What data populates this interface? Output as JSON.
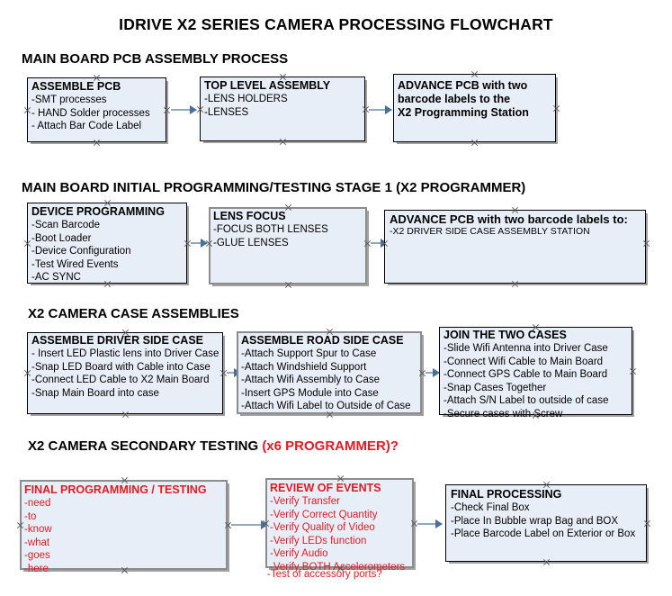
{
  "document": {
    "title": "IDRIVE X2  SERIES CAMERA PROCESSING FLOWCHART"
  },
  "colors": {
    "box_fill": "#e8eef7",
    "box_border": "#000000",
    "box_border_selected": "#8c8c8c",
    "arrow": "#8ea9c1",
    "text": "#000000",
    "accent_red": "#e01b24"
  },
  "sections": [
    {
      "heading": "MAIN BOARD PCB ASSEMBLY PROCESS",
      "heading_suffix": "",
      "boxes": [
        {
          "title": "ASSEMBLE PCB",
          "lines": [
            "-SMT processes",
            "- HAND Solder processes",
            "- Attach Bar Code Label"
          ]
        },
        {
          "title": "TOP LEVEL ASSEMBLY",
          "lines": [
            "-LENS HOLDERS",
            "-LENSES"
          ]
        },
        {
          "title": "ADVANCE PCB with two",
          "lines": [
            "barcode labels to the",
            " X2 Programming Station"
          ]
        }
      ]
    },
    {
      "heading": "MAIN BOARD INITIAL PROGRAMMING/TESTING STAGE 1 (X2 PROGRAMMER)",
      "heading_suffix": "",
      "boxes": [
        {
          "title": "DEVICE PROGRAMMING",
          "lines": [
            "-Scan Barcode",
            "-Boot Loader",
            "-Device Configuration",
            "-Test Wired Events",
            "-AC SYNC"
          ]
        },
        {
          "title": "LENS FOCUS",
          "lines": [
            "-FOCUS BOTH LENSES",
            "-GLUE LENSES"
          ]
        },
        {
          "title": "ADVANCE PCB with two barcode labels to:",
          "lines": [
            "-X2 DRIVER  SIDE  CASE  ASSEMBLY STATION"
          ]
        }
      ]
    },
    {
      "heading": "X2 CAMERA CASE ASSEMBLIES",
      "heading_suffix": "",
      "boxes": [
        {
          "title": "ASSEMBLE DRIVER SIDE CASE",
          "lines": [
            "- Insert LED Plastic lens into Driver Case",
            "-Snap LED Board with Cable into Case",
            "-Connect LED Cable to X2 Main Board",
            "-Snap Main Board into case"
          ]
        },
        {
          "title": "ASSEMBLE ROAD SIDE CASE",
          "lines": [
            "-Attach Support Spur to Case",
            "-Attach Windshield Support",
            "-Attach Wifi Assembly to Case",
            "-Insert GPS Module into Case",
            "-Attach Wifi Label to Outside of Case"
          ]
        },
        {
          "title": "JOIN THE TWO CASES",
          "lines": [
            "-Slide Wifi Antenna into Driver Case",
            "-Connect Wifi Cable to Main Board",
            "-Connect GPS Cable to Main Board",
            "-Snap Cases Together",
            "-Attach S/N Label to outside of case",
            "-Secure cases with Screw"
          ]
        }
      ]
    },
    {
      "heading": "X2 CAMERA SECONDARY TESTING ",
      "heading_suffix": "(x6 PROGRAMMER)?",
      "boxes": [
        {
          "title": "FINAL PROGRAMMING / TESTING",
          "lines": [
            "-need",
            "-to",
            "-know",
            "-what",
            "-goes",
            "-here"
          ]
        },
        {
          "title": "REVIEW OF EVENTS",
          "lines": [
            "-Verify Transfer",
            "-Verify Correct Quantity",
            "-Verify Quality of Video",
            "-Verify LEDs function",
            "-Verify Audio",
            "-Verify BOTH Accelerometers"
          ],
          "overflow_line": "-Test of accessory ports?"
        },
        {
          "title": "FINAL PROCESSING",
          "lines": [
            " -Check Final Box",
            "-Place In Bubble wrap Bag and BOX",
            "-Place Barcode Label on Exterior or Box"
          ]
        }
      ]
    }
  ]
}
